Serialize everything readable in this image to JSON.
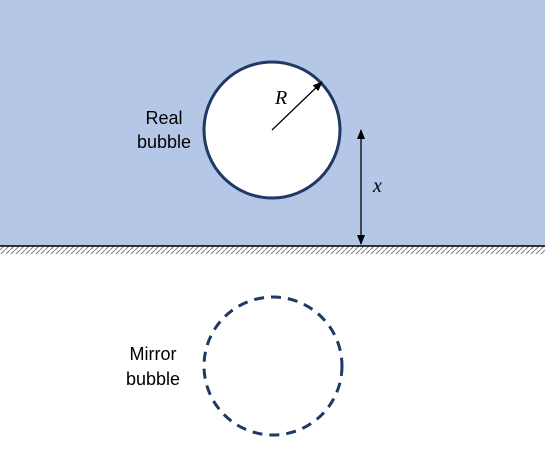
{
  "colors": {
    "liquid": "#b4c7e7",
    "bubble_outline": "#1f3864",
    "bubble_fill": "#ffffff",
    "wall_line": "#000000",
    "hatch": "#808080",
    "arrow": "#000000"
  },
  "labels": {
    "real_bubble_line1": "Real",
    "real_bubble_line2": "bubble",
    "mirror_bubble_line1": "Mirror",
    "mirror_bubble_line2": "bubble",
    "radius_symbol": "R",
    "distance_symbol": "x"
  }
}
